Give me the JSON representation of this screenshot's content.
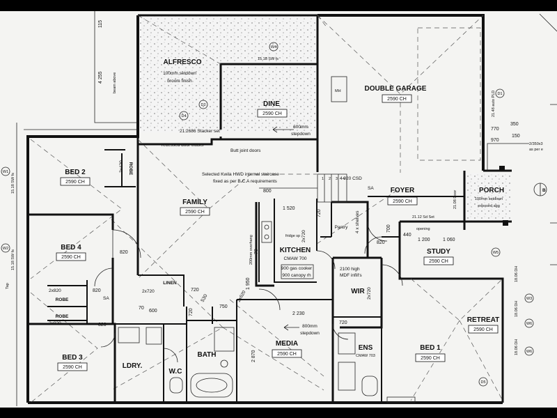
{
  "plan": {
    "rooms": {
      "alfresco": {
        "name": "ALFRESCO",
        "note1": "100mm setdown",
        "note2": "broom finish"
      },
      "dine": {
        "name": "DINE",
        "ceiling": "2590 CH",
        "note1": "600mm",
        "note2": "stepdown"
      },
      "garage": {
        "name": "DOUBLE GARAGE",
        "ceiling": "2590 CH"
      },
      "bed2": {
        "name": "BED 2",
        "ceiling": "2590 CH"
      },
      "family": {
        "name": "FAMILY",
        "ceiling": "2590 CH"
      },
      "bed4": {
        "name": "BED 4",
        "ceiling": "2590 CH"
      },
      "kitchen": {
        "name": "KITCHEN",
        "ceiling": "CMAW 700",
        "note1": "900 gas cooker",
        "note2": "900 canopy rh"
      },
      "foyer": {
        "name": "FOYER",
        "ceiling": "2590 CH"
      },
      "porch": {
        "name": "PORCH",
        "note1": "100mm setdown",
        "note2": "exposed agg"
      },
      "study": {
        "name": "STUDY",
        "ceiling": "2590 CH"
      },
      "retreat": {
        "name": "RETREAT",
        "ceiling": "2590 CH"
      },
      "media": {
        "name": "MEDIA",
        "ceiling": "2590 CH",
        "note1": "800mm",
        "note2": "stepdown"
      },
      "bed1": {
        "name": "BED 1",
        "ceiling": "2590 CH"
      },
      "bed3": {
        "name": "BED 3",
        "ceiling": "2590 CH"
      },
      "ens": {
        "name": "ENS",
        "ceiling": "CMAW 703"
      },
      "bath": {
        "name": "BATH"
      },
      "wc": {
        "name": "W.C"
      },
      "ldry": {
        "name": "LDRY."
      },
      "wir": {
        "name": "WIR"
      },
      "linen": {
        "name": "LINEN"
      },
      "pantry": {
        "name": "Pantry"
      },
      "robe": {
        "name": "ROBE"
      }
    },
    "notes": {
      "recessed_tracks_top": "recessed door tracks",
      "stacker": "21.2686 Stacker set",
      "butt_joint": "Butt joint doors",
      "staircase1": "Selected Kwila HWD internal staircase",
      "staircase2": "fixed as per B.C.A requirements",
      "csd": "4 920 CSD",
      "shelves": "4 x shelves",
      "fridge": "fridge sp",
      "overhang": "200mm overhang",
      "mdf1": "2100 high",
      "mdf2": "MDF infill's",
      "sd_set": "21.12 Sd Set",
      "opening": "opening",
      "door": "21.08 Door",
      "sw_fs_top": "15.18 SW fs",
      "sw_fs_left1": "15.18 SW fs",
      "sw_fs_left2": "15.18 SW fs",
      "auto_pld": "21.48 auto PLD",
      "beam": "beam above",
      "sa": "SA",
      "sa2": "SA",
      "dh": "18.06 DH",
      "right_note": "2/350x3",
      "right_note2": "as per e",
      "tap": "Tap"
    },
    "dims": {
      "d115": "115",
      "d4255": "4 255",
      "d770": "770",
      "d350": "350",
      "d970": "970",
      "d150": "150",
      "d800": "800",
      "d1520": "1 520",
      "d2230": "2 230",
      "d2870": "2 870",
      "d1200": "1 200",
      "d1060": "1 060",
      "d700": "700",
      "d440": "440",
      "d820a": "820",
      "d820b": "820",
      "d820c": "820",
      "d820d": "820",
      "d720a": "720",
      "d720b": "720",
      "d720c": "720",
      "d720d": "720",
      "d600": "600",
      "d70a": "70",
      "d70b": "70",
      "d1950": "1 950",
      "d750": "750",
      "d530": "530",
      "r2x820a": "2x820",
      "r2x820b": "2x820",
      "r2x820c": "2x820",
      "r2x720a": "2x720",
      "r2x720b": "2x720",
      "r2x720c": "2x720",
      "r2x620": "2x620",
      "r2x420": "2x420"
    },
    "markers": {
      "w1": "W1",
      "w2": "W2",
      "w3": "W3",
      "w4": "W4",
      "w5": "W5",
      "w6": "W6",
      "d1": "D1",
      "d2": "D2",
      "d4": "D4",
      "d5": "D5",
      "b": "B",
      "r1": "1",
      "r2": "2",
      "r3": "3",
      "r4": "4",
      "mh": "MH"
    }
  }
}
